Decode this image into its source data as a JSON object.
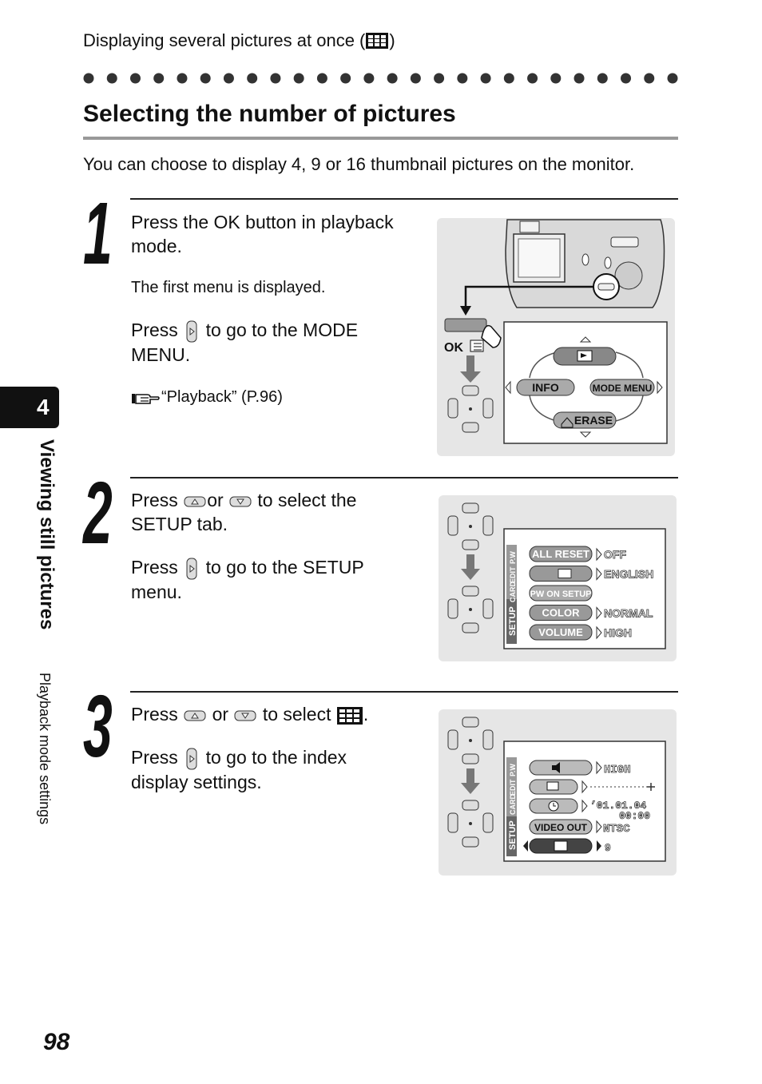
{
  "header": {
    "text_before": "Displaying several pictures at once (",
    "text_after": ")",
    "mode_icon": "index-display-icon"
  },
  "title": "Selecting the number of pictures",
  "intro": "You can choose to display 4, 9 or 16 thumbnail pictures on the monitor.",
  "steps": [
    {
      "number": "1",
      "line1": "Press the OK button in playback",
      "line1b": "mode.",
      "note": "The first menu is displayed.",
      "line2a": "Press",
      "line2b": "to go to the MODE",
      "line2c": "MENU.",
      "ref": "“Playback” (P.96)"
    },
    {
      "number": "2",
      "line1a": "Press",
      "line1or": "or",
      "line1b": "to select the",
      "line1c": "SETUP tab.",
      "line2a": "Press",
      "line2b": "to go to the SETUP",
      "line2c": "menu."
    },
    {
      "number": "3",
      "line1a": "Press",
      "line1or": "or",
      "line1b": "to select",
      "line1dot": ".",
      "line2a": "Press",
      "line2b": "to go to the index",
      "line2c": "display settings."
    }
  ],
  "panel1": {
    "ok_label": "OK",
    "info": "INFO",
    "mode_menu": "MODE MENU",
    "erase": "ERASE"
  },
  "panel2": {
    "tabs": [
      "P.W",
      "EDIT",
      "CARD",
      "SETUP"
    ],
    "rows": [
      {
        "label": "ALL RESET",
        "value": "OFF"
      },
      {
        "label": "",
        "value": "ENGLISH"
      },
      {
        "label": "PW ON SETUP",
        "value": ""
      },
      {
        "label": "COLOR",
        "value": "NORMAL"
      },
      {
        "label": "VOLUME",
        "value": "HIGH"
      }
    ]
  },
  "panel3": {
    "tabs": [
      "P.W",
      "EDIT",
      "CARD",
      "SETUP"
    ],
    "rows": [
      {
        "label": "",
        "value": "HIGH"
      },
      {
        "label": "",
        "value": ""
      },
      {
        "label": "",
        "value": "’01.01.04"
      },
      {
        "label": "",
        "value": "00:00"
      },
      {
        "label": "VIDEO OUT",
        "value": "NTSC"
      },
      {
        "label": "",
        "value": "9"
      }
    ]
  },
  "sidebar": {
    "chapter": "4",
    "section": "Viewing still pictures",
    "subsection": "Playback mode settings"
  },
  "page_number": "98"
}
